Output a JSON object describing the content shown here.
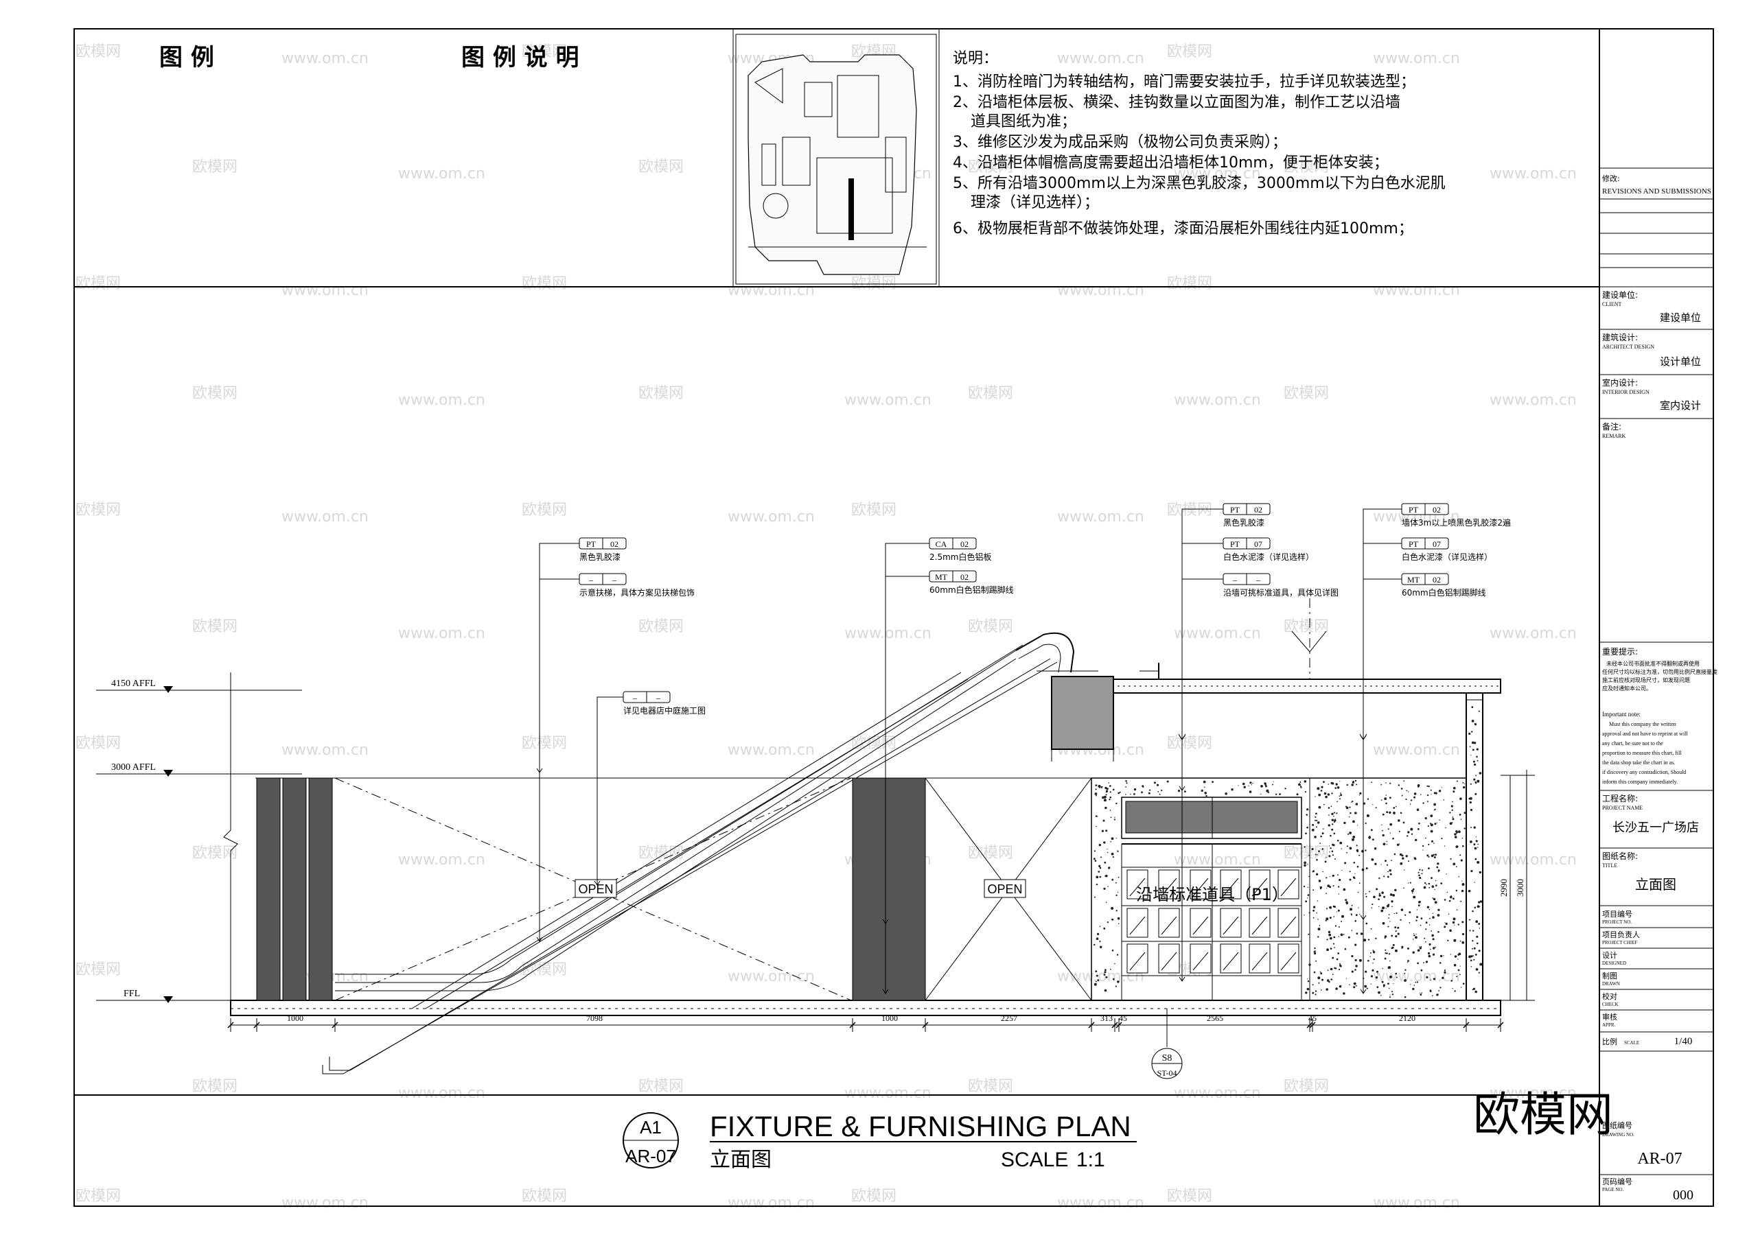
{
  "legend_header": {
    "legend": "图 例",
    "legend_desc": "图 例 说 明"
  },
  "notes": {
    "title": "说明：",
    "lines": [
      "1、消防栓暗门为转轴结构，暗门需要安装拉手，拉手详见软装选型；",
      "2、沿墙柜体层板、横梁、挂钩数量以立面图为准，制作工艺以沿墙",
      "道具图纸为准；",
      "3、维修区沙发为成品采购（极物公司负责采购）；",
      "4、沿墙柜体帽檐高度需要超出沿墙柜体10mm，便于柜体安装；",
      "5、所有沿墙3000mm以上为深黑色乳胶漆，3000mm以下为白色水泥肌",
      "理漆（详见选样）；",
      "6、极物展柜背部不做装饰处理，漆面沿展柜外围线往内延100mm；"
    ]
  },
  "title_block": {
    "revisions_cn": "修改:",
    "revisions_en": "REVISIONS AND SUBMISSIONS",
    "client_cn": "建设单位:",
    "client_en": "CLIENT",
    "client_value": "建设单位",
    "architect_cn": "建筑设计:",
    "architect_en": "ARCHITECT DESIGN",
    "architect_value": "设计单位",
    "interior_cn": "室内设计:",
    "interior_en": "INTERIOR DESIGN",
    "interior_value": "室内设计",
    "remarks_cn": "备注:",
    "remarks_en": "REMARK",
    "important_cn": "重要提示:",
    "important_note_cn": [
      "未经本公司书面批准不得翻制或再使用",
      "任何尺寸均以标注为准，切勿用比例尺直接量度",
      "施工前应核对现场尺寸，如发现问题",
      "应及时通知本公司。"
    ],
    "important_en_title": "Important note:",
    "important_note_en": [
      "Must this company the written",
      "approval and not have to reprint at will",
      "any chart, be sure not to the",
      "proportion to measure this chart, fill",
      "the data shop take the chart in as.",
      "if discovery any contradiction, Should",
      "inform this company immediately."
    ],
    "project_cn": "工程名称:",
    "project_en": "PROJECT NAME",
    "project_value": "长沙五一广场店",
    "title_cn": "图纸名称:",
    "title_en": "TITLE",
    "title_value": "立面图",
    "rows": [
      {
        "cn": "项目编号",
        "en": "PROJECT NO."
      },
      {
        "cn": "项目负责人",
        "en": "PROJECT CHIEF"
      },
      {
        "cn": "设计",
        "en": "DESIGNED"
      },
      {
        "cn": "制图",
        "en": "DRAWN"
      },
      {
        "cn": "校对",
        "en": "CHECK"
      },
      {
        "cn": "审核",
        "en": "APPR."
      }
    ],
    "scale_cn": "比例",
    "scale_en": "SCALE",
    "scale_value": "1/40",
    "drawing_no_cn": "图纸编号",
    "drawing_no_en": "DRAWING NO.",
    "drawing_no_value": "AR-07",
    "page_no_cn": "页码编号",
    "page_no_en": "PAGE NO.",
    "page_no_value": "000"
  },
  "drawing_title": {
    "bubble_top": "A1",
    "bubble_bottom": "AR-07",
    "title_en": "FIXTURE & FURNISHING PLAN",
    "title_cn": "立面图",
    "scale_label": "SCALE",
    "scale_value": "1:1"
  },
  "levels": [
    "4150 AFFL",
    "3000 AFFL",
    "FFL"
  ],
  "tags": [
    {
      "code": "PT",
      "num": "02",
      "text": "黑色乳胶漆"
    },
    {
      "code": "–",
      "num": "–",
      "text": "示意扶梯，具体方案见扶梯包饰"
    },
    {
      "code": "–",
      "num": "–",
      "text": "详见电器店中庭施工图"
    },
    {
      "code": "CA",
      "num": "02",
      "text": "2.5mm白色铝板"
    },
    {
      "code": "MT",
      "num": "02",
      "text": "60mm白色铝制踢脚线"
    },
    {
      "code": "PT",
      "num": "02",
      "text": "黑色乳胶漆"
    },
    {
      "code": "PT",
      "num": "07",
      "text": "白色水泥漆（详见选样）"
    },
    {
      "code": "–",
      "num": "–",
      "text": "沿墙可挑标准道具，具体见详图"
    },
    {
      "code": "PT",
      "num": "02",
      "text": "墙体3m以上喷黑色乳胶漆2遍"
    },
    {
      "code": "PT",
      "num": "07",
      "text": "白色水泥漆（详见选样）"
    },
    {
      "code": "MT",
      "num": "02",
      "text": "60mm白色铝制踢脚线"
    }
  ],
  "labels": {
    "open_1": "OPEN",
    "open_2": "OPEN",
    "fixture": "沿墙标准道具（P1）",
    "section_top": "S8",
    "section_bottom": "ST-04"
  },
  "dimensions": {
    "horizontal": [
      "1000",
      "7098",
      "1000",
      "2257",
      "313",
      "45",
      "2565",
      "45",
      "2120"
    ],
    "vertical": [
      "2990",
      "3000"
    ]
  },
  "watermark": {
    "site": "欧模网",
    "url": "www.om.cn",
    "big": "欧模网"
  }
}
